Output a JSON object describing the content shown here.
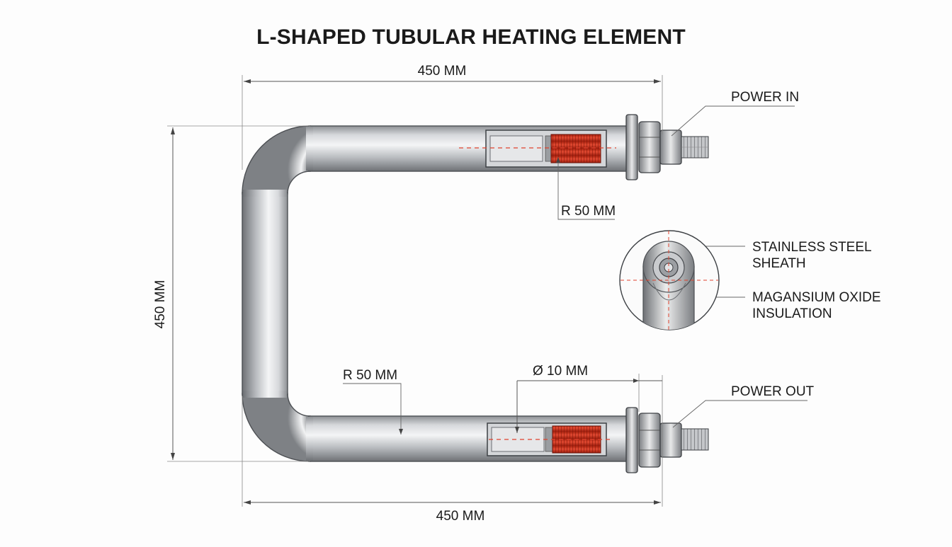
{
  "title": "L-SHAPED TUBULAR HEATING ELEMENT",
  "dimensions": {
    "top_width": "450 MM",
    "bottom_width": "450 MM",
    "height": "450 MM",
    "bend_radius_top": "R 50 MM",
    "bend_radius_bottom": "R 50 MM",
    "diameter": "Ø 10 MM"
  },
  "callouts": {
    "power_in": "POWER IN",
    "power_out": "POWER OUT",
    "sheath_line1": "STAINLESS STEEL",
    "sheath_line2": "SHEATH",
    "insulation_line1": "MAGANSIUM OXIDE",
    "insulation_line2": "INSULATION"
  },
  "colors": {
    "tube": "#b9bcc0",
    "coil": "#d8331f",
    "dimension_line": "#555555",
    "center_line": "#e0432f"
  }
}
